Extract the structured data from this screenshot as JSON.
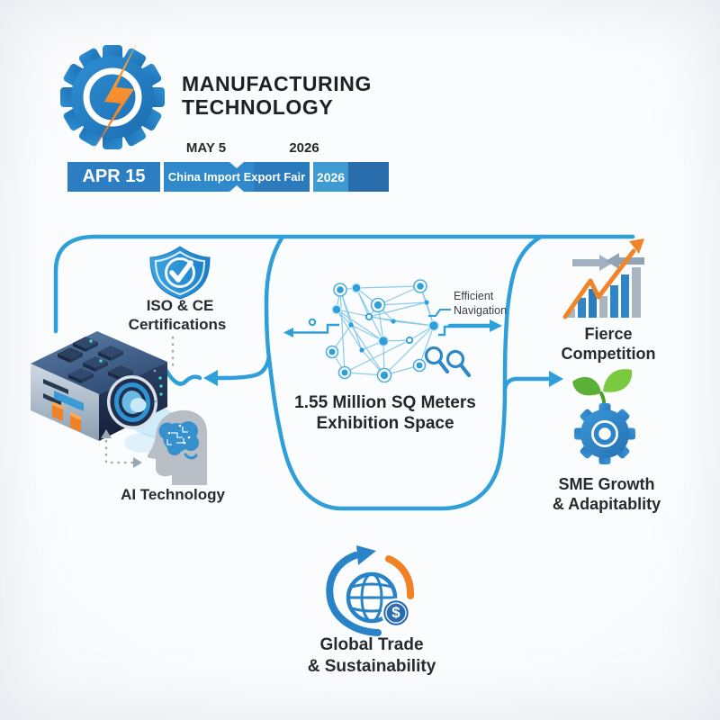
{
  "header": {
    "title_line1": "MANUFACTURING",
    "title_line2": "TECHNOLOGY"
  },
  "timeline": {
    "date_above_1": "MAY 5",
    "date_above_2": "2026",
    "segment_1_label": "APR 15",
    "segment_2_label": "China Import Export Fair",
    "segment_3_label": "2026"
  },
  "sections": {
    "certifications": {
      "line1": "ISO & CE",
      "line2": "Certifications"
    },
    "ai": {
      "label": "AI Technology"
    },
    "exhibition": {
      "line1": "1.55 Million SQ Meters",
      "line2": "Exhibition Space"
    },
    "navigation": {
      "line1": "Efficient",
      "line2": "Navigation"
    },
    "competition": {
      "line1": "Fierce",
      "line2": "Competition"
    },
    "sme": {
      "line1": "SME Growth",
      "line2": "& Adapitablity"
    },
    "global": {
      "line1": "Global Trade",
      "line2": "& Sustainability"
    },
    "dollar_symbol": "$"
  },
  "icons": {
    "logo": "gear-lightning-logo",
    "timeline_globe": "globe-icon",
    "certifications": "shield-check-icon",
    "machine": "machine-illustration",
    "ai": "ai-head-brain-icon",
    "exhibition": "network-mesh-icon",
    "search": "magnifier-icon",
    "competition": "bar-chart-collision-icon",
    "sme": "gear-sprout-icon",
    "global": "globe-trade-dollar-icon"
  },
  "colors": {
    "accent_blue": "#2e9fd9",
    "deep_blue": "#2b6dab",
    "timeline_blue_dark": "#2d7dc2",
    "timeline_blue_mid": "#3089cb",
    "timeline_blue_light": "#3f9ad2",
    "orange": "#f08427",
    "green": "#6abf3a",
    "gray": "#a9b6c2"
  }
}
